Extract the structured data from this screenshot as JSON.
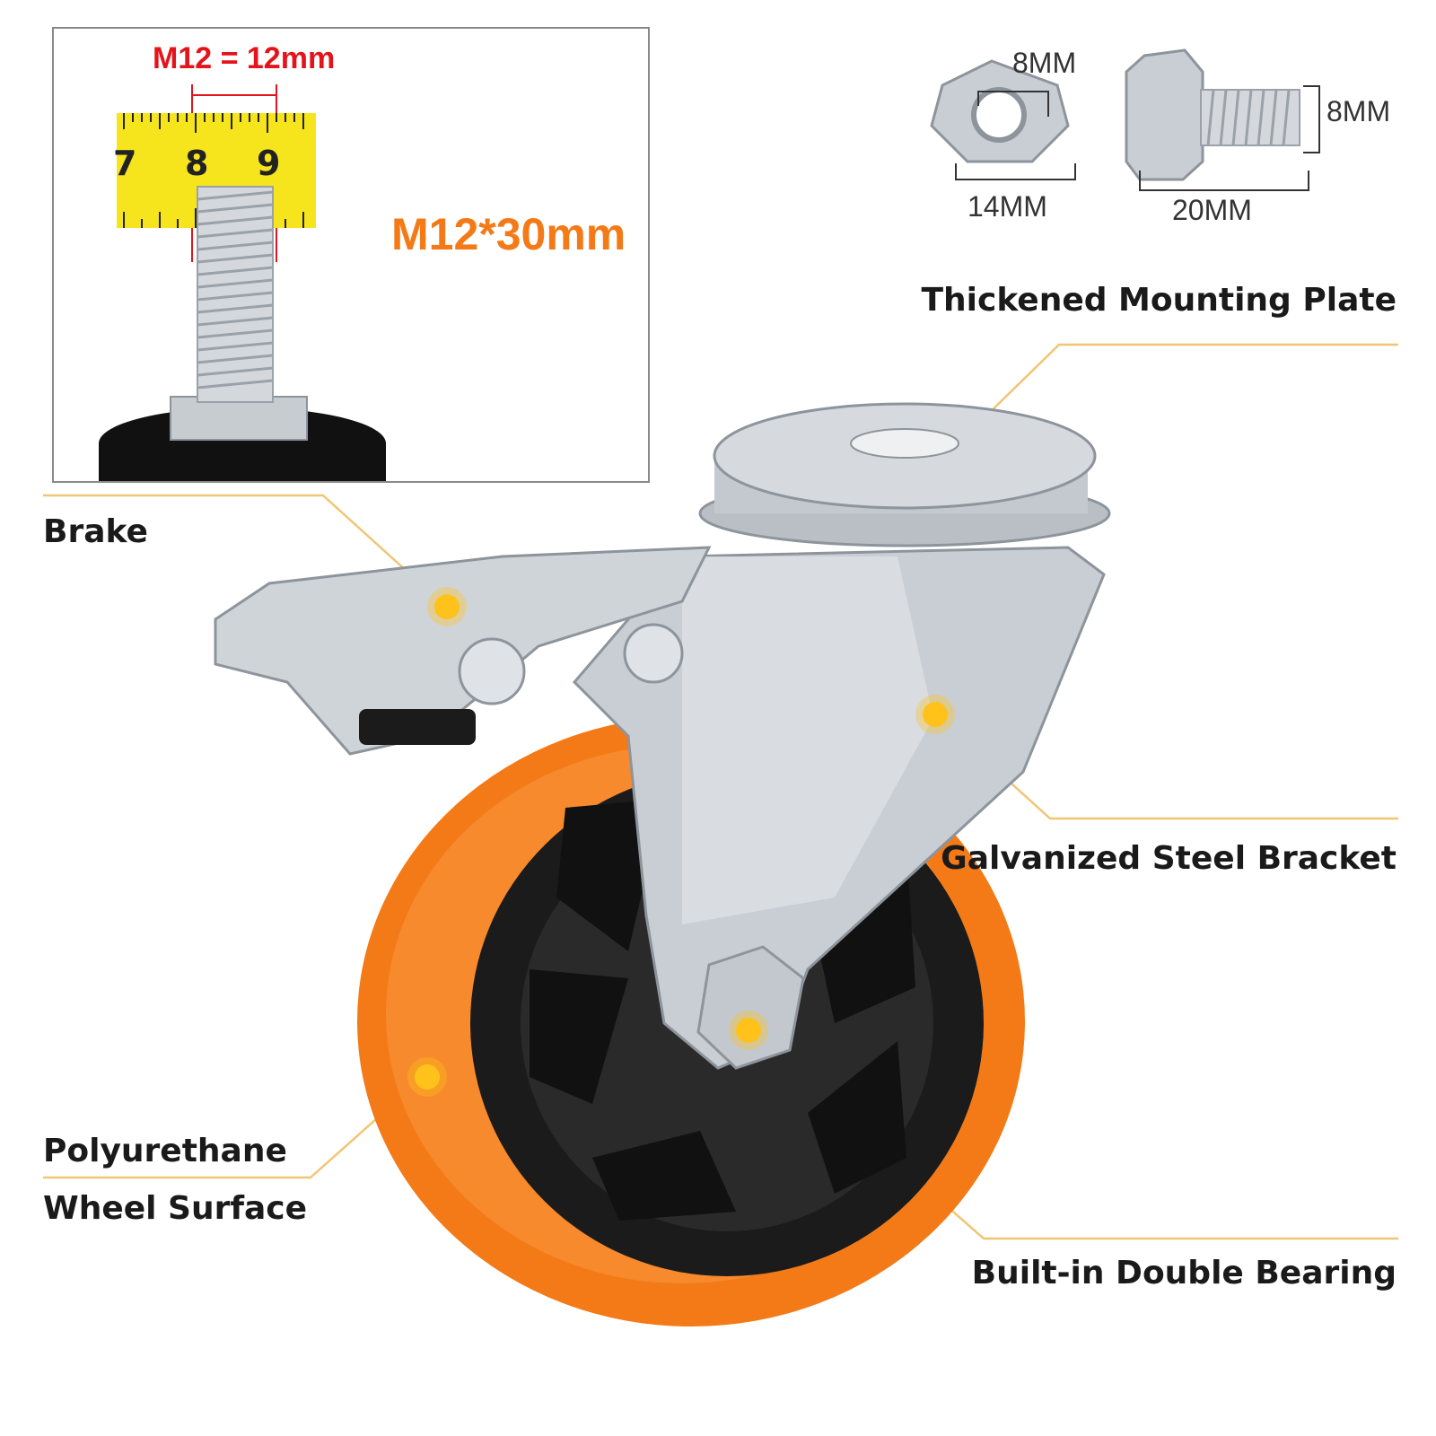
{
  "inset": {
    "thread_label": "M12 = 12mm",
    "size_label": "M12*30mm",
    "ruler_numbers": [
      "7",
      "8",
      "9"
    ]
  },
  "hardware": {
    "nut_inner": "8MM",
    "nut_outer": "14MM",
    "bolt_diameter": "8MM",
    "bolt_length": "20MM"
  },
  "callouts": {
    "mounting_plate": "Thickened Mounting Plate",
    "brake": "Brake",
    "bracket": "Galvanized Steel Bracket",
    "wheel_surface_line1": "Polyurethane",
    "wheel_surface_line2": "Wheel Surface",
    "bearing": "Built-in Double Bearing"
  },
  "colors": {
    "accent_red": "#e3141b",
    "accent_orange": "#f47a17",
    "callout_line": "#f0c674",
    "dot": "#ffc21a",
    "wheel": "#f47a17",
    "hub": "#1b1b1b",
    "steel": "#c9ced4"
  }
}
